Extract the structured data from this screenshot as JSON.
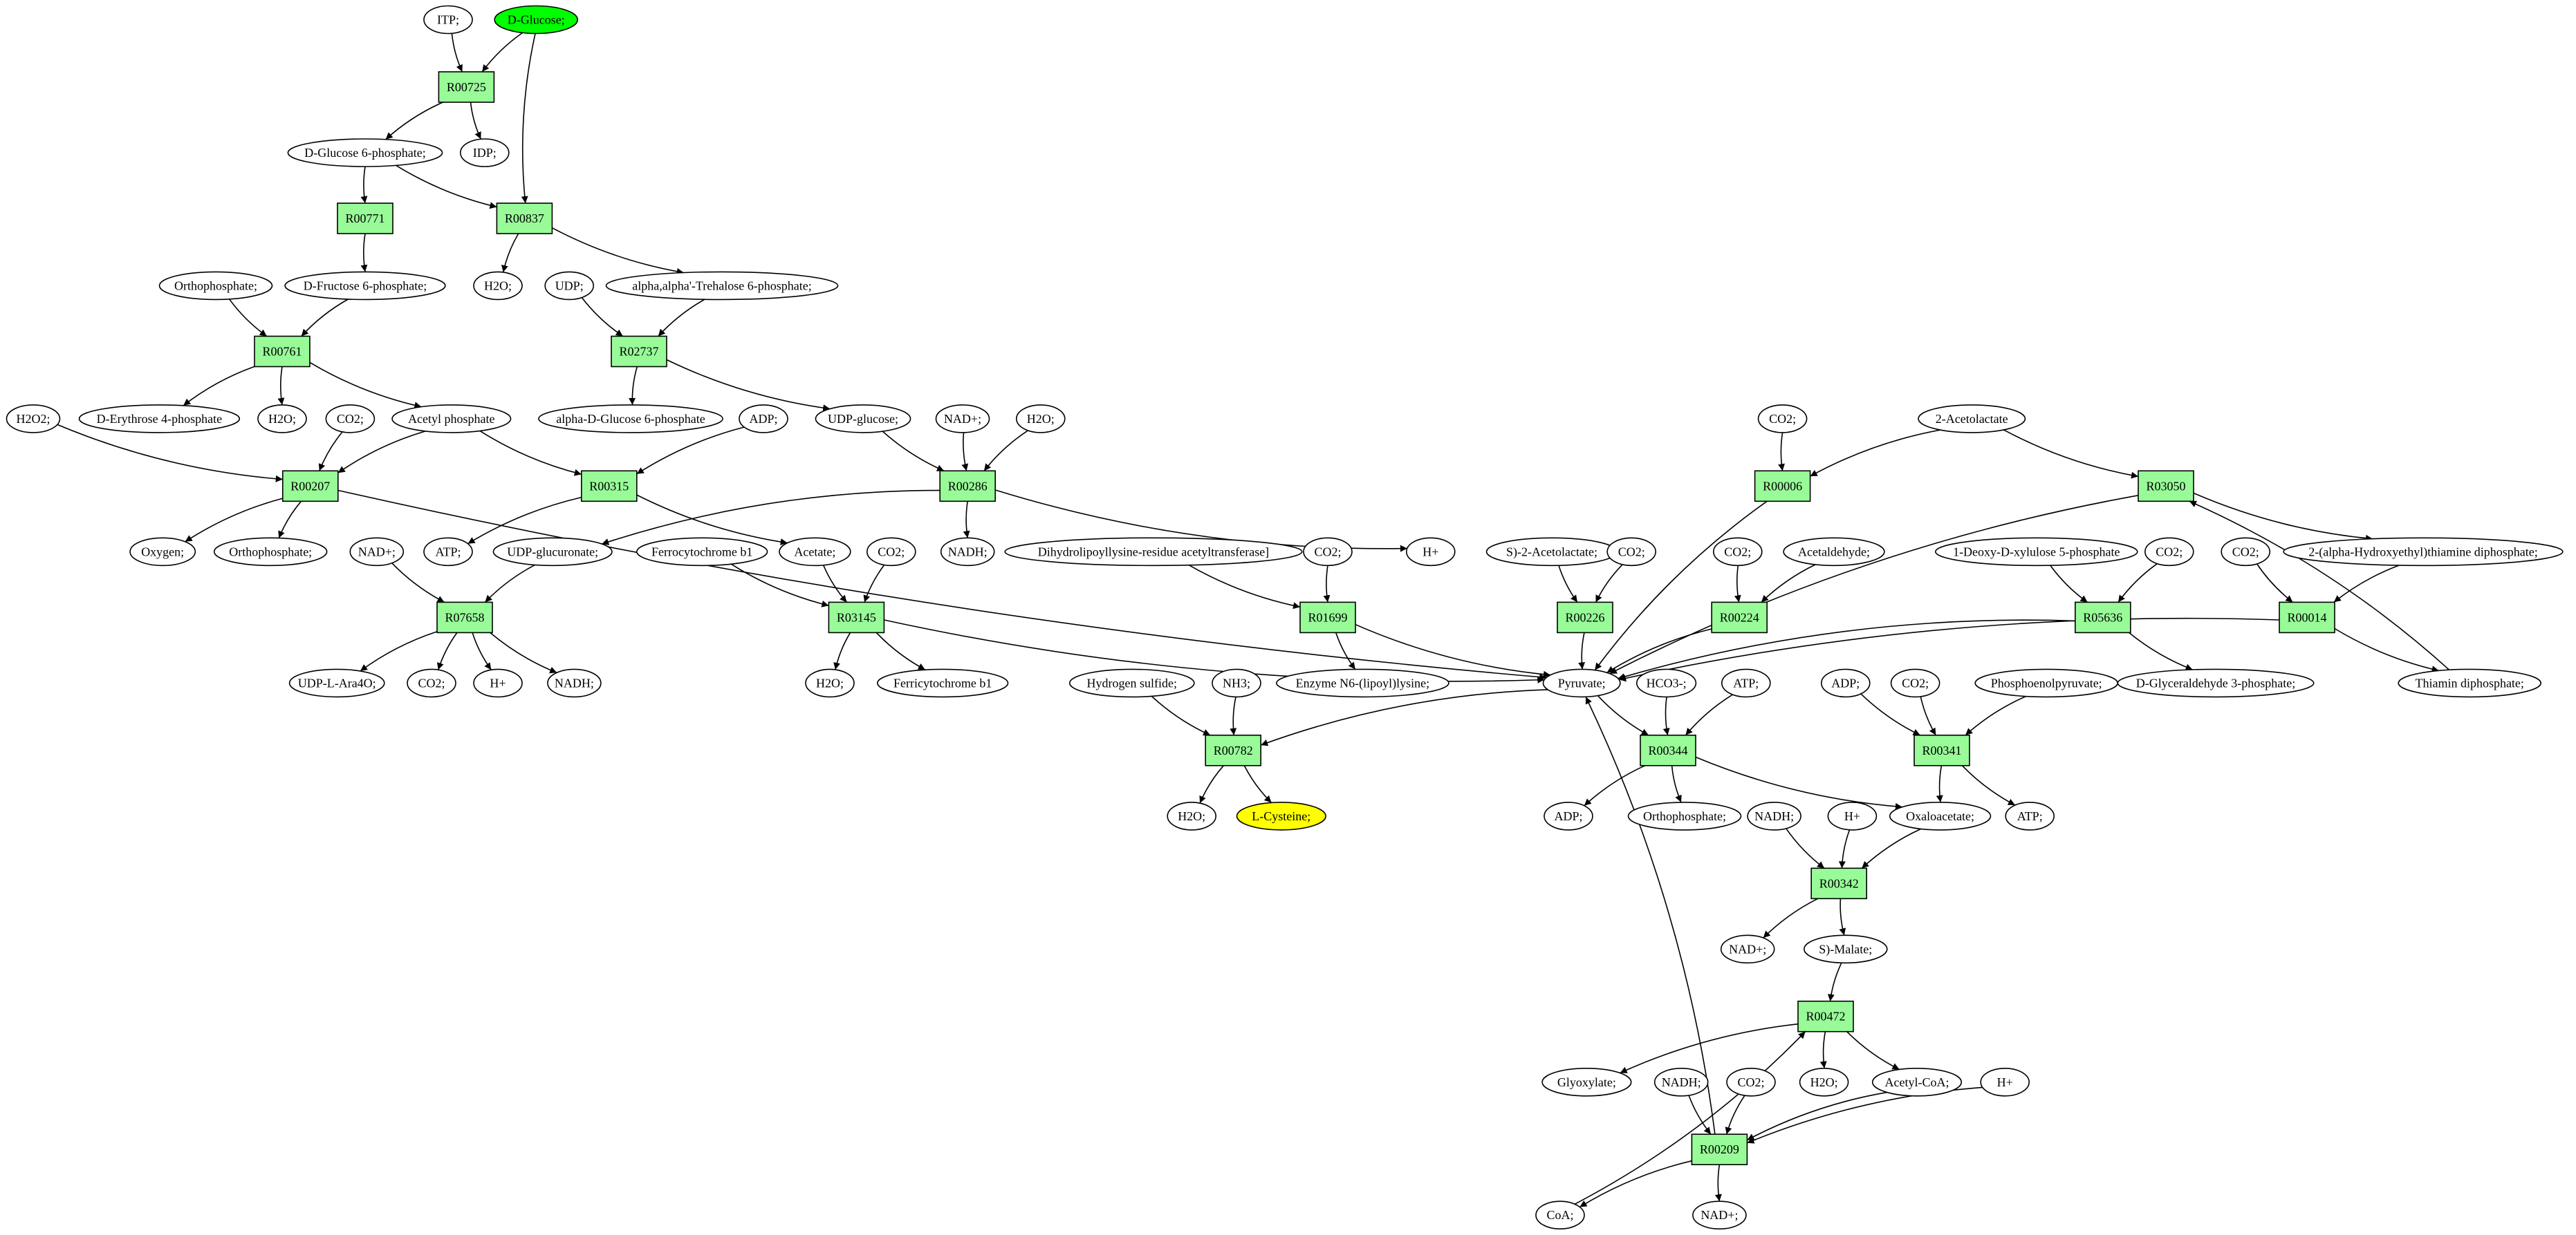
{
  "colors": {
    "reaction_fill": "#98fb98",
    "source_fill": "#00ff00",
    "target_fill": "#ffff00",
    "node_stroke": "#000000",
    "edge": "#000000",
    "background": "#ffffff"
  },
  "nodes": [
    {
      "id": "itp",
      "label": "ITP;",
      "kind": "compound"
    },
    {
      "id": "dglucose",
      "label": "D-Glucose;",
      "kind": "source"
    },
    {
      "id": "r00725",
      "label": "R00725",
      "kind": "reaction"
    },
    {
      "id": "dg6p",
      "label": "D-Glucose 6-phosphate;",
      "kind": "compound"
    },
    {
      "id": "idp",
      "label": "IDP;",
      "kind": "compound"
    },
    {
      "id": "r00771",
      "label": "R00771",
      "kind": "reaction"
    },
    {
      "id": "r00837",
      "label": "R00837",
      "kind": "reaction"
    },
    {
      "id": "ortho1",
      "label": "Orthophosphate;",
      "kind": "compound"
    },
    {
      "id": "df6p",
      "label": "D-Fructose 6-phosphate;",
      "kind": "compound"
    },
    {
      "id": "h2o_1",
      "label": "H2O;",
      "kind": "compound"
    },
    {
      "id": "udp1",
      "label": "UDP;",
      "kind": "compound"
    },
    {
      "id": "trehalose6p",
      "label": "alpha,alpha'-Trehalose 6-phosphate;",
      "kind": "compound"
    },
    {
      "id": "r00761",
      "label": "R00761",
      "kind": "reaction"
    },
    {
      "id": "r02737",
      "label": "R02737",
      "kind": "reaction"
    },
    {
      "id": "h2o2",
      "label": "H2O2;",
      "kind": "compound"
    },
    {
      "id": "de4p",
      "label": "D-Erythrose 4-phosphate",
      "kind": "compound"
    },
    {
      "id": "h2o_2",
      "label": "H2O;",
      "kind": "compound"
    },
    {
      "id": "co2_1",
      "label": "CO2;",
      "kind": "compound"
    },
    {
      "id": "acetylp",
      "label": "Acetyl phosphate",
      "kind": "compound"
    },
    {
      "id": "adg1p",
      "label": "alpha-D-Glucose 6-phosphate",
      "kind": "compound"
    },
    {
      "id": "adp1",
      "label": "ADP;",
      "kind": "compound"
    },
    {
      "id": "udpglucose",
      "label": "UDP-glucose;",
      "kind": "compound"
    },
    {
      "id": "nadp1",
      "label": "NAD+;",
      "kind": "compound"
    },
    {
      "id": "h2o_3",
      "label": "H2O;",
      "kind": "compound"
    },
    {
      "id": "r00207",
      "label": "R00207",
      "kind": "reaction"
    },
    {
      "id": "r00315",
      "label": "R00315",
      "kind": "reaction"
    },
    {
      "id": "r00286",
      "label": "R00286",
      "kind": "reaction"
    },
    {
      "id": "oxygen",
      "label": "Oxygen;",
      "kind": "compound"
    },
    {
      "id": "ortho2",
      "label": "Orthophosphate;",
      "kind": "compound"
    },
    {
      "id": "nadp2",
      "label": "NAD+;",
      "kind": "compound"
    },
    {
      "id": "atp1",
      "label": "ATP;",
      "kind": "compound"
    },
    {
      "id": "udpglucuronate",
      "label": "UDP-glucuronate;",
      "kind": "compound"
    },
    {
      "id": "ferrocyt",
      "label": "Ferrocytochrome b1",
      "kind": "compound"
    },
    {
      "id": "acetate",
      "label": "Acetate;",
      "kind": "compound"
    },
    {
      "id": "co2_2",
      "label": "CO2;",
      "kind": "compound"
    },
    {
      "id": "nadh1",
      "label": "NADH;",
      "kind": "compound"
    },
    {
      "id": "hplus1",
      "label": "H+",
      "kind": "compound"
    },
    {
      "id": "dihydrolipoyl",
      "label": "Dihydrolipoyllysine-residue acetyltransferase]",
      "kind": "compound"
    },
    {
      "id": "co2_3",
      "label": "CO2;",
      "kind": "compound"
    },
    {
      "id": "r07658",
      "label": "R07658",
      "kind": "reaction"
    },
    {
      "id": "r03145",
      "label": "R03145",
      "kind": "reaction"
    },
    {
      "id": "r01699",
      "label": "R01699",
      "kind": "reaction"
    },
    {
      "id": "udpara",
      "label": "UDP-L-Ara4O;",
      "kind": "compound"
    },
    {
      "id": "co2_4",
      "label": "CO2;",
      "kind": "compound"
    },
    {
      "id": "hplus2",
      "label": "H+",
      "kind": "compound"
    },
    {
      "id": "nadh2",
      "label": "NADH;",
      "kind": "compound"
    },
    {
      "id": "h2o_4",
      "label": "H2O;",
      "kind": "compound"
    },
    {
      "id": "ferricyt",
      "label": "Ferricytochrome b1",
      "kind": "compound"
    },
    {
      "id": "hydrogensulfide",
      "label": "Hydrogen sulfide;",
      "kind": "compound"
    },
    {
      "id": "nh3",
      "label": "NH3;",
      "kind": "compound"
    },
    {
      "id": "enzymen6",
      "label": "Enzyme N6-(lipoyl)lysine;",
      "kind": "compound"
    },
    {
      "id": "r00782",
      "label": "R00782",
      "kind": "reaction"
    },
    {
      "id": "h2o_5",
      "label": "H2O;",
      "kind": "compound"
    },
    {
      "id": "lcysteine",
      "label": "L-Cysteine;",
      "kind": "target"
    },
    {
      "id": "co2_5",
      "label": "CO2;",
      "kind": "compound"
    },
    {
      "id": "acetolactate",
      "label": "2-Acetolactate",
      "kind": "compound"
    },
    {
      "id": "r00006",
      "label": "R00006",
      "kind": "reaction"
    },
    {
      "id": "r03050",
      "label": "R03050",
      "kind": "reaction"
    },
    {
      "id": "sacetolactate",
      "label": "S)-2-Acetolactate;",
      "kind": "compound"
    },
    {
      "id": "co2_6",
      "label": "CO2;",
      "kind": "compound"
    },
    {
      "id": "co2_7",
      "label": "CO2;",
      "kind": "compound"
    },
    {
      "id": "acetaldehyde",
      "label": "Acetaldehyde;",
      "kind": "compound"
    },
    {
      "id": "deoxyxylulose",
      "label": "1-Deoxy-D-xylulose 5-phosphate",
      "kind": "compound"
    },
    {
      "id": "co2_8",
      "label": "CO2;",
      "kind": "compound"
    },
    {
      "id": "co2_9",
      "label": "CO2;",
      "kind": "compound"
    },
    {
      "id": "hydroxyethyl",
      "label": "2-(alpha-Hydroxyethyl)thiamine diphosphate;",
      "kind": "compound"
    },
    {
      "id": "r00226",
      "label": "R00226",
      "kind": "reaction"
    },
    {
      "id": "r00224",
      "label": "R00224",
      "kind": "reaction"
    },
    {
      "id": "r05636",
      "label": "R05636",
      "kind": "reaction"
    },
    {
      "id": "r00014",
      "label": "R00014",
      "kind": "reaction"
    },
    {
      "id": "pyruvate",
      "label": "Pyruvate;",
      "kind": "compound"
    },
    {
      "id": "hco3",
      "label": "HCO3-;",
      "kind": "compound"
    },
    {
      "id": "atp2",
      "label": "ATP;",
      "kind": "compound"
    },
    {
      "id": "adp2",
      "label": "ADP;",
      "kind": "compound"
    },
    {
      "id": "co2_10",
      "label": "CO2;",
      "kind": "compound"
    },
    {
      "id": "pep",
      "label": "Phosphoenolpyruvate;",
      "kind": "compound"
    },
    {
      "id": "dga3p",
      "label": "D-Glyceraldehyde 3-phosphate;",
      "kind": "compound"
    },
    {
      "id": "thiamin",
      "label": "Thiamin diphosphate;",
      "kind": "compound"
    },
    {
      "id": "r00344",
      "label": "R00344",
      "kind": "reaction"
    },
    {
      "id": "r00341",
      "label": "R00341",
      "kind": "reaction"
    },
    {
      "id": "adp3",
      "label": "ADP;",
      "kind": "compound"
    },
    {
      "id": "ortho3",
      "label": "Orthophosphate;",
      "kind": "compound"
    },
    {
      "id": "nadh3",
      "label": "NADH;",
      "kind": "compound"
    },
    {
      "id": "hplus3",
      "label": "H+",
      "kind": "compound"
    },
    {
      "id": "oxaloacetate",
      "label": "Oxaloacetate;",
      "kind": "compound"
    },
    {
      "id": "atp3",
      "label": "ATP;",
      "kind": "compound"
    },
    {
      "id": "r00342",
      "label": "R00342",
      "kind": "reaction"
    },
    {
      "id": "nadp3",
      "label": "NAD+;",
      "kind": "compound"
    },
    {
      "id": "smalate",
      "label": "S)-Malate;",
      "kind": "compound"
    },
    {
      "id": "r00472",
      "label": "R00472",
      "kind": "reaction"
    },
    {
      "id": "glyoxylate",
      "label": "Glyoxylate;",
      "kind": "compound"
    },
    {
      "id": "nadh4",
      "label": "NADH;",
      "kind": "compound"
    },
    {
      "id": "co2_11",
      "label": "CO2;",
      "kind": "compound"
    },
    {
      "id": "h2o_6",
      "label": "H2O;",
      "kind": "compound"
    },
    {
      "id": "acetylcoa",
      "label": "Acetyl-CoA;",
      "kind": "compound"
    },
    {
      "id": "hplus4",
      "label": "H+",
      "kind": "compound"
    },
    {
      "id": "r00209",
      "label": "R00209",
      "kind": "reaction"
    },
    {
      "id": "coa",
      "label": "CoA;",
      "kind": "compound"
    },
    {
      "id": "nadp4",
      "label": "NAD+;",
      "kind": "compound"
    }
  ],
  "edges": [
    [
      "itp",
      "r00725"
    ],
    [
      "dglucose",
      "r00725"
    ],
    [
      "dglucose",
      "r00837"
    ],
    [
      "r00725",
      "dg6p"
    ],
    [
      "r00725",
      "idp"
    ],
    [
      "dg6p",
      "r00771"
    ],
    [
      "dg6p",
      "r00837"
    ],
    [
      "r00771",
      "df6p"
    ],
    [
      "r00837",
      "h2o_1"
    ],
    [
      "r00837",
      "trehalose6p"
    ],
    [
      "ortho1",
      "r00761"
    ],
    [
      "df6p",
      "r00761"
    ],
    [
      "udp1",
      "r02737"
    ],
    [
      "trehalose6p",
      "r02737"
    ],
    [
      "r00761",
      "de4p"
    ],
    [
      "r00761",
      "h2o_2"
    ],
    [
      "r00761",
      "acetylp"
    ],
    [
      "r02737",
      "adg1p"
    ],
    [
      "r02737",
      "udpglucose"
    ],
    [
      "h2o2",
      "r00207"
    ],
    [
      "co2_1",
      "r00207"
    ],
    [
      "acetylp",
      "r00207"
    ],
    [
      "acetylp",
      "r00315"
    ],
    [
      "adp1",
      "r00315"
    ],
    [
      "udpglucose",
      "r00286"
    ],
    [
      "nadp1",
      "r00286"
    ],
    [
      "h2o_3",
      "r00286"
    ],
    [
      "r00207",
      "oxygen"
    ],
    [
      "r00207",
      "ortho2"
    ],
    [
      "r00207",
      "pyruvate"
    ],
    [
      "r00315",
      "atp1"
    ],
    [
      "r00315",
      "acetate"
    ],
    [
      "r00286",
      "udpglucuronate"
    ],
    [
      "r00286",
      "nadh1"
    ],
    [
      "r00286",
      "hplus1"
    ],
    [
      "nadp2",
      "r07658"
    ],
    [
      "udpglucuronate",
      "r07658"
    ],
    [
      "r07658",
      "udpara"
    ],
    [
      "r07658",
      "co2_4"
    ],
    [
      "r07658",
      "hplus2"
    ],
    [
      "r07658",
      "nadh2"
    ],
    [
      "ferrocyt",
      "r03145"
    ],
    [
      "acetate",
      "r03145"
    ],
    [
      "co2_2",
      "r03145"
    ],
    [
      "r03145",
      "h2o_4"
    ],
    [
      "r03145",
      "ferricyt"
    ],
    [
      "r03145",
      "pyruvate"
    ],
    [
      "dihydrolipoyl",
      "r01699"
    ],
    [
      "co2_3",
      "r01699"
    ],
    [
      "r01699",
      "enzymen6"
    ],
    [
      "r01699",
      "pyruvate"
    ],
    [
      "hydrogensulfide",
      "r00782"
    ],
    [
      "nh3",
      "r00782"
    ],
    [
      "pyruvate",
      "r00782"
    ],
    [
      "r00782",
      "h2o_5"
    ],
    [
      "r00782",
      "lcysteine"
    ],
    [
      "co2_5",
      "r00006"
    ],
    [
      "acetolactate",
      "r00006"
    ],
    [
      "acetolactate",
      "r03050"
    ],
    [
      "r00006",
      "pyruvate"
    ],
    [
      "r03050",
      "pyruvate"
    ],
    [
      "r03050",
      "hydroxyethyl"
    ],
    [
      "sacetolactate",
      "r00226"
    ],
    [
      "co2_6",
      "r00226"
    ],
    [
      "r00226",
      "pyruvate"
    ],
    [
      "co2_7",
      "r00224"
    ],
    [
      "acetaldehyde",
      "r00224"
    ],
    [
      "r00224",
      "pyruvate"
    ],
    [
      "deoxyxylulose",
      "r05636"
    ],
    [
      "co2_8",
      "r05636"
    ],
    [
      "r05636",
      "pyruvate"
    ],
    [
      "r05636",
      "dga3p"
    ],
    [
      "co2_9",
      "r00014"
    ],
    [
      "hydroxyethyl",
      "r00014"
    ],
    [
      "r00014",
      "pyruvate"
    ],
    [
      "r00014",
      "thiamin"
    ],
    [
      "thiamin",
      "r03050"
    ],
    [
      "pyruvate",
      "r00344"
    ],
    [
      "hco3",
      "r00344"
    ],
    [
      "atp2",
      "r00344"
    ],
    [
      "r00344",
      "adp3"
    ],
    [
      "r00344",
      "ortho3"
    ],
    [
      "r00344",
      "oxaloacetate"
    ],
    [
      "adp2",
      "r00341"
    ],
    [
      "co2_10",
      "r00341"
    ],
    [
      "pep",
      "r00341"
    ],
    [
      "r00341",
      "oxaloacetate"
    ],
    [
      "r00341",
      "atp3"
    ],
    [
      "nadh3",
      "r00342"
    ],
    [
      "hplus3",
      "r00342"
    ],
    [
      "oxaloacetate",
      "r00342"
    ],
    [
      "r00342",
      "nadp3"
    ],
    [
      "r00342",
      "smalate"
    ],
    [
      "smalate",
      "r00472"
    ],
    [
      "coa",
      "r00472"
    ],
    [
      "r00472",
      "glyoxylate"
    ],
    [
      "r00472",
      "h2o_6"
    ],
    [
      "r00472",
      "acetylcoa"
    ],
    [
      "nadh4",
      "r00209"
    ],
    [
      "co2_11",
      "r00209"
    ],
    [
      "acetylcoa",
      "r00209"
    ],
    [
      "hplus4",
      "r00209"
    ],
    [
      "r00209",
      "coa"
    ],
    [
      "r00209",
      "nadp4"
    ],
    [
      "r00209",
      "pyruvate"
    ]
  ]
}
